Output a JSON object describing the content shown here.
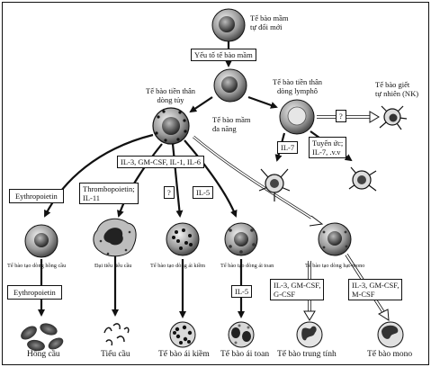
{
  "nodes": {
    "stem_cell": "Tế bào mầm\ntự đổi mới",
    "myeloid_progenitor": "Tế bào tiền thân\ndòng tủy",
    "multipotent": "Tế bào mầm\nđa năng",
    "lymphoid_progenitor": "Tế bào tiền thân\ndòng lymphô",
    "nk_cell": "Tế bào giết\ntự nhiên (NK)",
    "erythroid_precursor": "Tế bào tạo dòng hồng cầu",
    "megakaryocyte": "Đại tiểu tiểu cầu",
    "eosinophil_precursor": "Tế bào tạo dòng ái kiềm",
    "basophil_precursor": "Tế bào tạo dòng ái toan",
    "granulo_mono_precursor": "Tế bào tạo dòng hạt-mono"
  },
  "factors": {
    "stem_factor": "Yếu tố tế bào mầm",
    "question_nk": "?",
    "il7": "IL-7",
    "thymus": "Tuyến ức;\nIL-7, .v.v",
    "interleukins": "IL-3, GM-CSF, IL-1, IL-6",
    "epo_top": "Eythropoietin",
    "tpo": "Thrombopoietin;\nIL-11",
    "question_mid": "?",
    "il5_top": "IL-5",
    "epo_bottom": "Eythropoietin",
    "il5_bottom": "IL-5",
    "neutro_factors": "IL-3, GM-CSF,\nG-CSF",
    "mono_factors": "IL-3, GM-CSF,\nM-CSF"
  },
  "outcomes": {
    "rbc": "Hồng cầu",
    "platelets": "Tiểu cầu",
    "basophil": "Tế bào ái kiềm",
    "eosinophil": "Tế bào ái toan",
    "neutrophil": "Tế bào trung tính",
    "monocyte": "Tế bào mono"
  }
}
